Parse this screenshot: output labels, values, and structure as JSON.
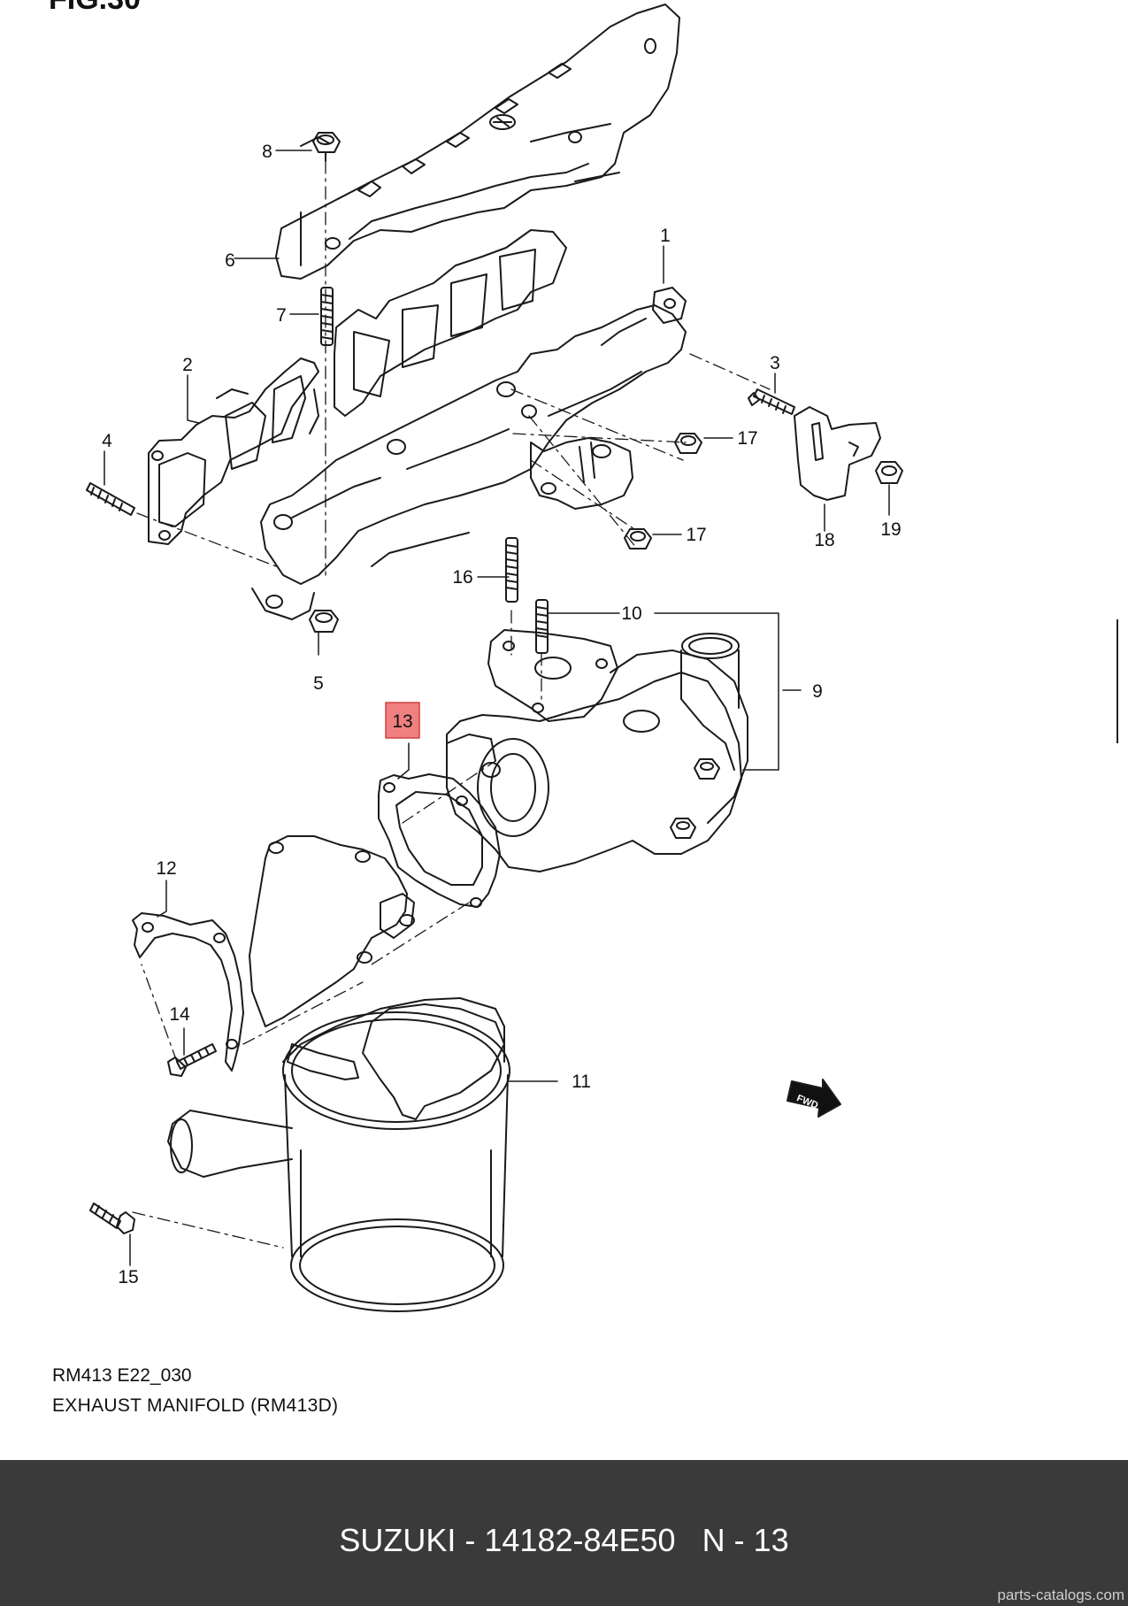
{
  "figure_label": "FIG.30",
  "drawing": {
    "id": "RM413 E22_030",
    "title": "EXHAUST MANIFOLD (RM413D)",
    "fwd_mark": "FWD"
  },
  "callouts": [
    "1",
    "2",
    "3",
    "4",
    "5",
    "6",
    "7",
    "8",
    "9",
    "10",
    "11",
    "12",
    "13",
    "14",
    "15",
    "16",
    "17",
    "17",
    "18",
    "19"
  ],
  "highlighted_part": "13",
  "highlight_color": "#f08080",
  "footer": {
    "brand": "SUZUKI",
    "part_number": "14182-84E50",
    "ref": "N - 13",
    "caption": "SUZUKI - 14182-84E50   N - 13",
    "watermark": "parts-catalogs.com"
  }
}
